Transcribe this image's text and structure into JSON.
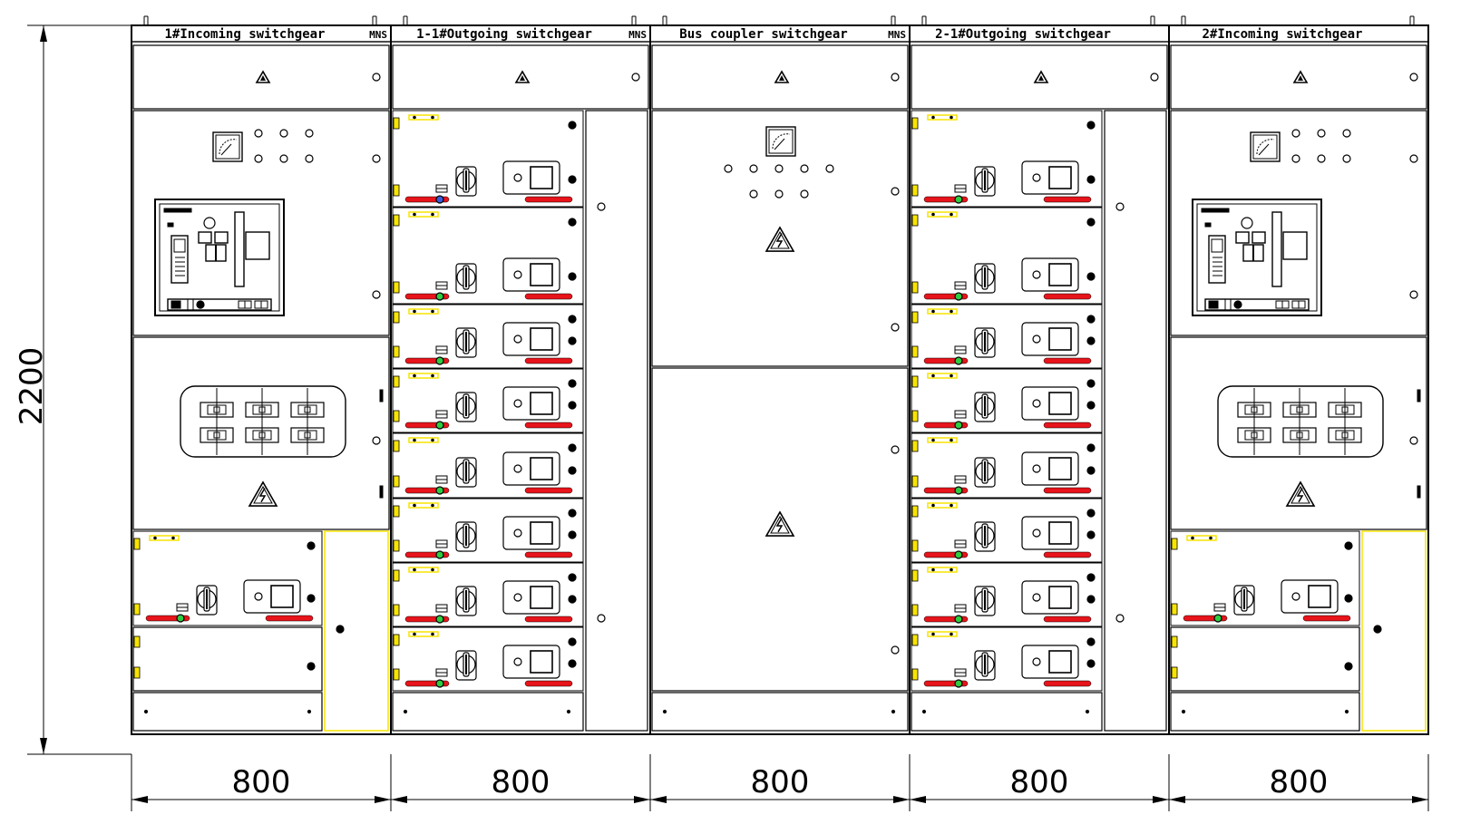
{
  "height_dimension": "2200",
  "panels": [
    {
      "title": "1#Incoming switchgear",
      "mns": "MNS",
      "width_label": "800",
      "type": "incoming"
    },
    {
      "title": "1-1#Outgoing switchgear",
      "mns": "MNS",
      "width_label": "800",
      "type": "outgoing"
    },
    {
      "title": "Bus coupler switchgear",
      "mns": "MNS",
      "width_label": "800",
      "type": "coupler"
    },
    {
      "title": "2-1#Outgoing switchgear",
      "mns": "",
      "width_label": "800",
      "type": "outgoing"
    },
    {
      "title": "2#Incoming switchgear",
      "mns": "",
      "width_label": "800",
      "type": "incoming"
    }
  ],
  "colors": {
    "line": "#000000",
    "handle_red": "#e8141b",
    "indicator_green": "#2ecc40",
    "indicator_blue": "#3b5bdb",
    "hinge_yellow": "#f7e400"
  }
}
